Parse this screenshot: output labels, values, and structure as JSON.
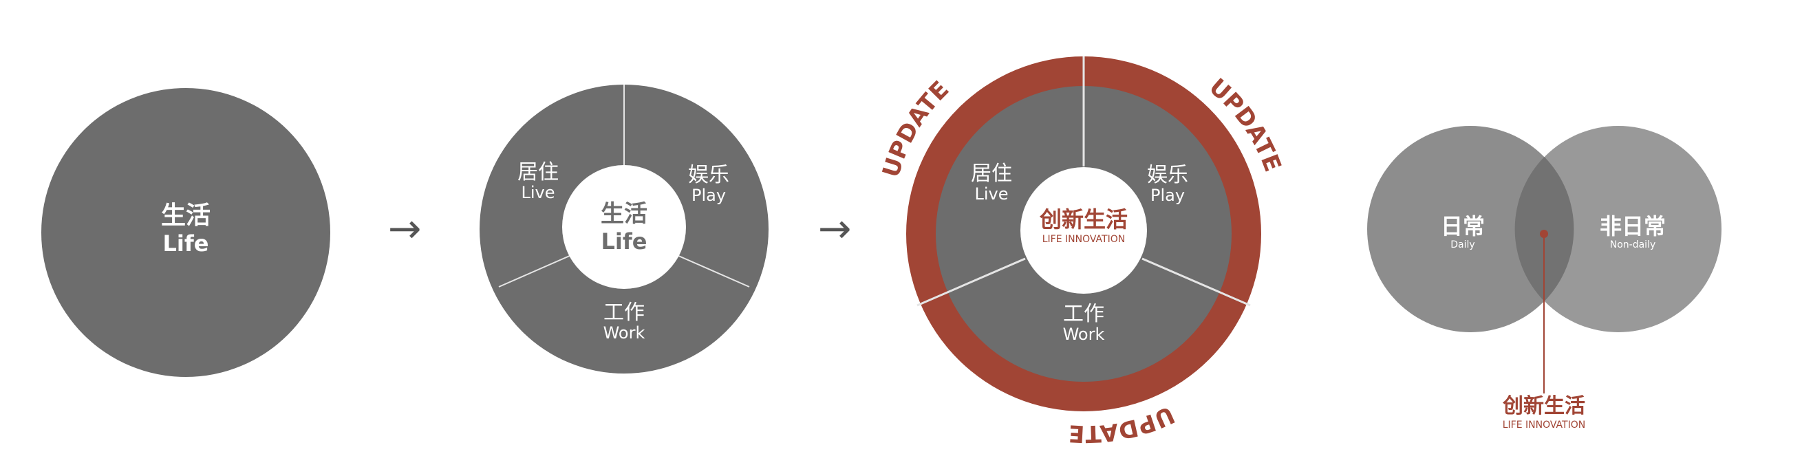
{
  "colors": {
    "gray": "#6d6d6d",
    "accent": "#a14535",
    "venn_left": "#8d8d8d",
    "venn_right": "#999999",
    "venn_overlap": "#727272",
    "white": "#ffffff",
    "arrow": "#555555"
  },
  "step1": {
    "title_cn": "生活",
    "title_en": "Life"
  },
  "step2": {
    "center_cn": "生活",
    "center_en": "Life",
    "live_cn": "居住",
    "live_en": "Live",
    "play_cn": "娱乐",
    "play_en": "Play",
    "work_cn": "工作",
    "work_en": "Work"
  },
  "step3": {
    "center_cn": "创新生活",
    "center_en": "LIFE INNOVATION",
    "live_cn": "居住",
    "live_en": "Live",
    "play_cn": "娱乐",
    "play_en": "Play",
    "work_cn": "工作",
    "work_en": "Work",
    "ring_label_top_left": "UPDATE",
    "ring_label_top_right": "UPDATE",
    "ring_label_bottom": "UPDATE"
  },
  "step4": {
    "left_cn": "日常",
    "left_en": "Daily",
    "right_cn": "非日常",
    "right_en": "Non-daily",
    "overlap_cn": "创新生活",
    "overlap_en": "LIFE INNOVATION"
  },
  "arrows": [
    "→",
    "→"
  ]
}
